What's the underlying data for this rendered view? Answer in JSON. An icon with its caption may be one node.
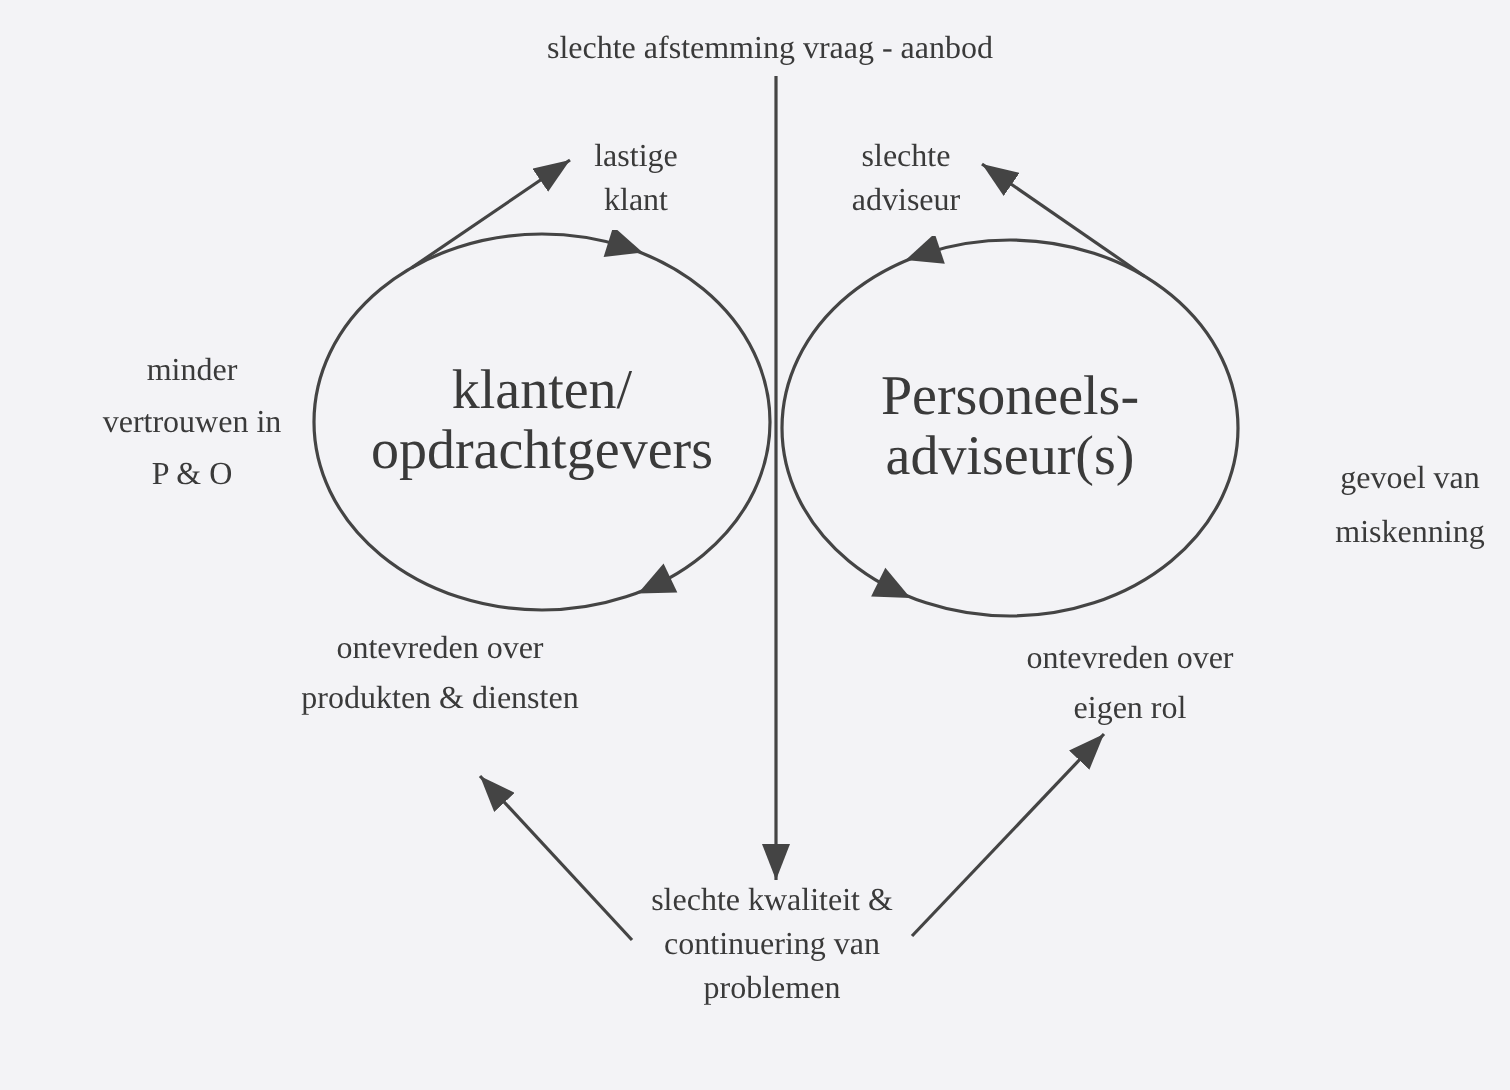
{
  "diagram": {
    "nodes": [
      {
        "text": [
          "slechte afstemming vraag - aanbod"
        ]
      },
      {
        "text": [
          "klanten/ opdrachtgevers"
        ]
      },
      {
        "text": [
          "Personeels- adviseur(s)"
        ]
      },
      {
        "text": [
          "lastige klant"
        ]
      },
      {
        "text": [
          "slechte adviseur"
        ]
      },
      {
        "text": [
          "minder vertrouwen in P & O"
        ]
      },
      {
        "text": [
          "gevoel van miskenning"
        ]
      },
      {
        "text": [
          "ontevreden over produkten & diensten"
        ]
      },
      {
        "text": [
          "ontevreden over eigen rol"
        ]
      },
      {
        "text": [
          "slechte kwaliteit & continuering van problemen"
        ]
      }
    ],
    "edges": [
      {
        "from": 0,
        "to": 9,
        "arrow": "to"
      },
      {
        "from": 1,
        "to": 3,
        "arrow": "to"
      },
      {
        "from": 2,
        "to": 4,
        "arrow": "to"
      },
      {
        "from": 9,
        "to": 7,
        "arrow": "to"
      },
      {
        "from": 9,
        "to": 8,
        "arrow": "to"
      }
    ]
  }
}
